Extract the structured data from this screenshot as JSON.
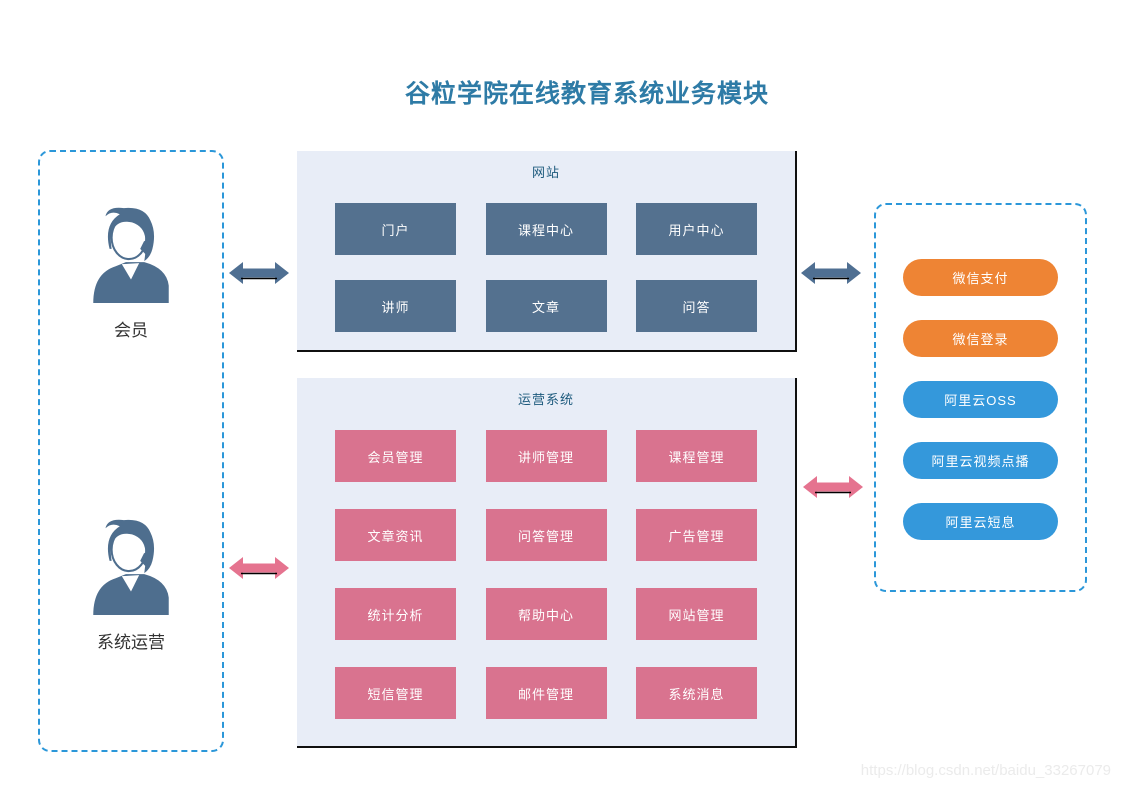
{
  "page": {
    "title": "谷粒学院在线教育系统业务模块",
    "watermark": "https://blog.csdn.net/baidu_33267079"
  },
  "actors": {
    "items": [
      {
        "label": "会员",
        "icon": "person-icon"
      },
      {
        "label": "系统运营",
        "icon": "person-icon"
      }
    ]
  },
  "website_panel": {
    "title": "网站",
    "modules": [
      "门户",
      "课程中心",
      "用户中心",
      "讲师",
      "文章",
      "问答"
    ]
  },
  "operations_panel": {
    "title": "运营系统",
    "modules": [
      "会员管理",
      "讲师管理",
      "课程管理",
      "文章资讯",
      "问答管理",
      "广告管理",
      "统计分析",
      "帮助中心",
      "网站管理",
      "短信管理",
      "邮件管理",
      "系统消息"
    ]
  },
  "external_services": {
    "items": [
      {
        "label": "微信支付",
        "color": "#ee8434"
      },
      {
        "label": "微信登录",
        "color": "#ee8434"
      },
      {
        "label": "阿里云OSS",
        "color": "#3498db"
      },
      {
        "label": "阿里云视频点播",
        "color": "#3498db"
      },
      {
        "label": "阿里云短息",
        "color": "#3498db"
      }
    ]
  },
  "connectors": [
    {
      "name": "member-website",
      "color": "#4f6f92"
    },
    {
      "name": "website-services",
      "color": "#4f6f92"
    },
    {
      "name": "operations-actor",
      "color": "#e5738f"
    },
    {
      "name": "operations-services",
      "color": "#e5738f"
    }
  ],
  "colors": {
    "title": "#2e7ba6",
    "panel_background": "#e8edf7",
    "panel_label": "#1d5a7d",
    "website_module": "#54718f",
    "operations_module": "#d9738f",
    "dashed_border": "#2b97d9",
    "person_icon": "#4e6e8e",
    "arrow_dark": "#4f6f92",
    "arrow_pink": "#e5738f"
  }
}
